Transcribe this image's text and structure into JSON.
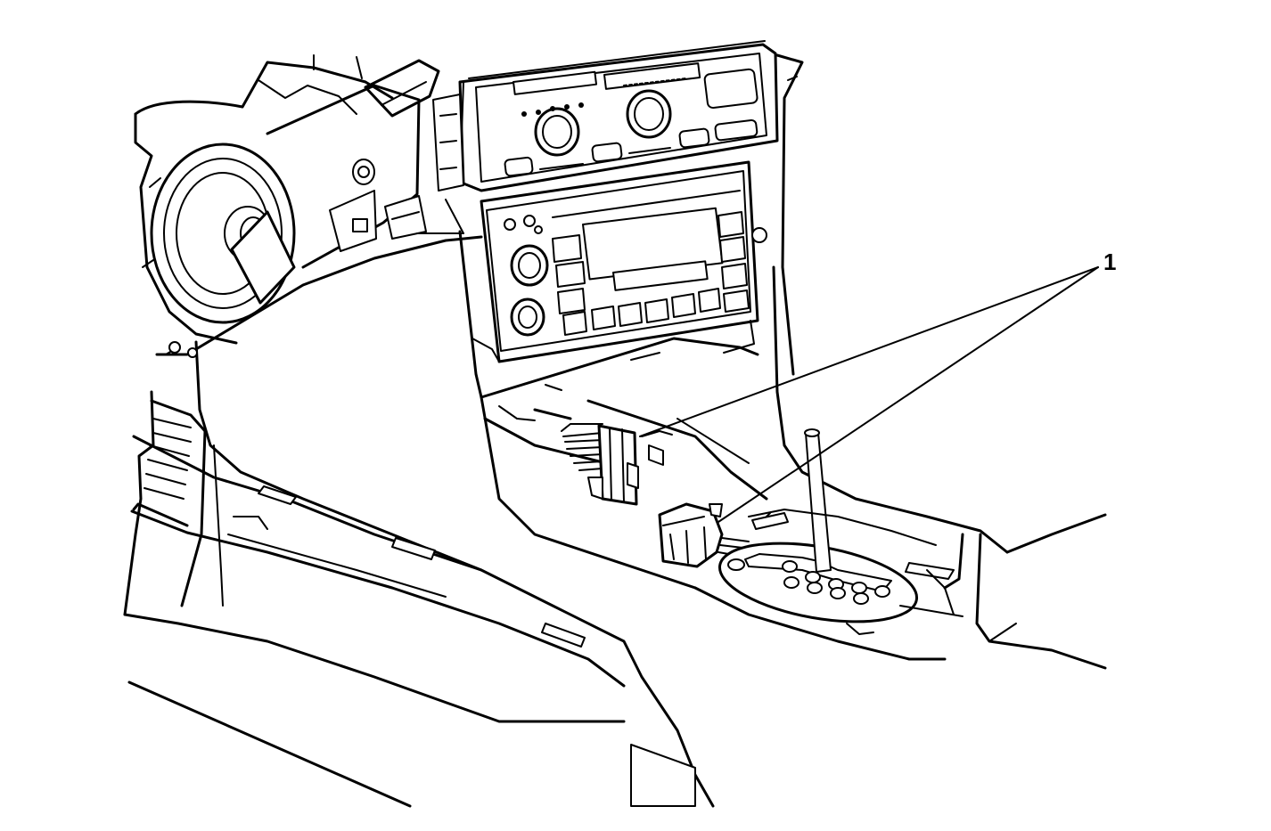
{
  "diagram": {
    "callouts": [
      {
        "id": "1",
        "label": "1"
      }
    ],
    "components": [
      "steering-column",
      "hvac-control-panel",
      "radio-head-unit",
      "wiring-harness-connectors",
      "shift-lever-and-indicator",
      "center-console"
    ],
    "colors": {
      "line": "#000000",
      "background": "#ffffff"
    }
  }
}
